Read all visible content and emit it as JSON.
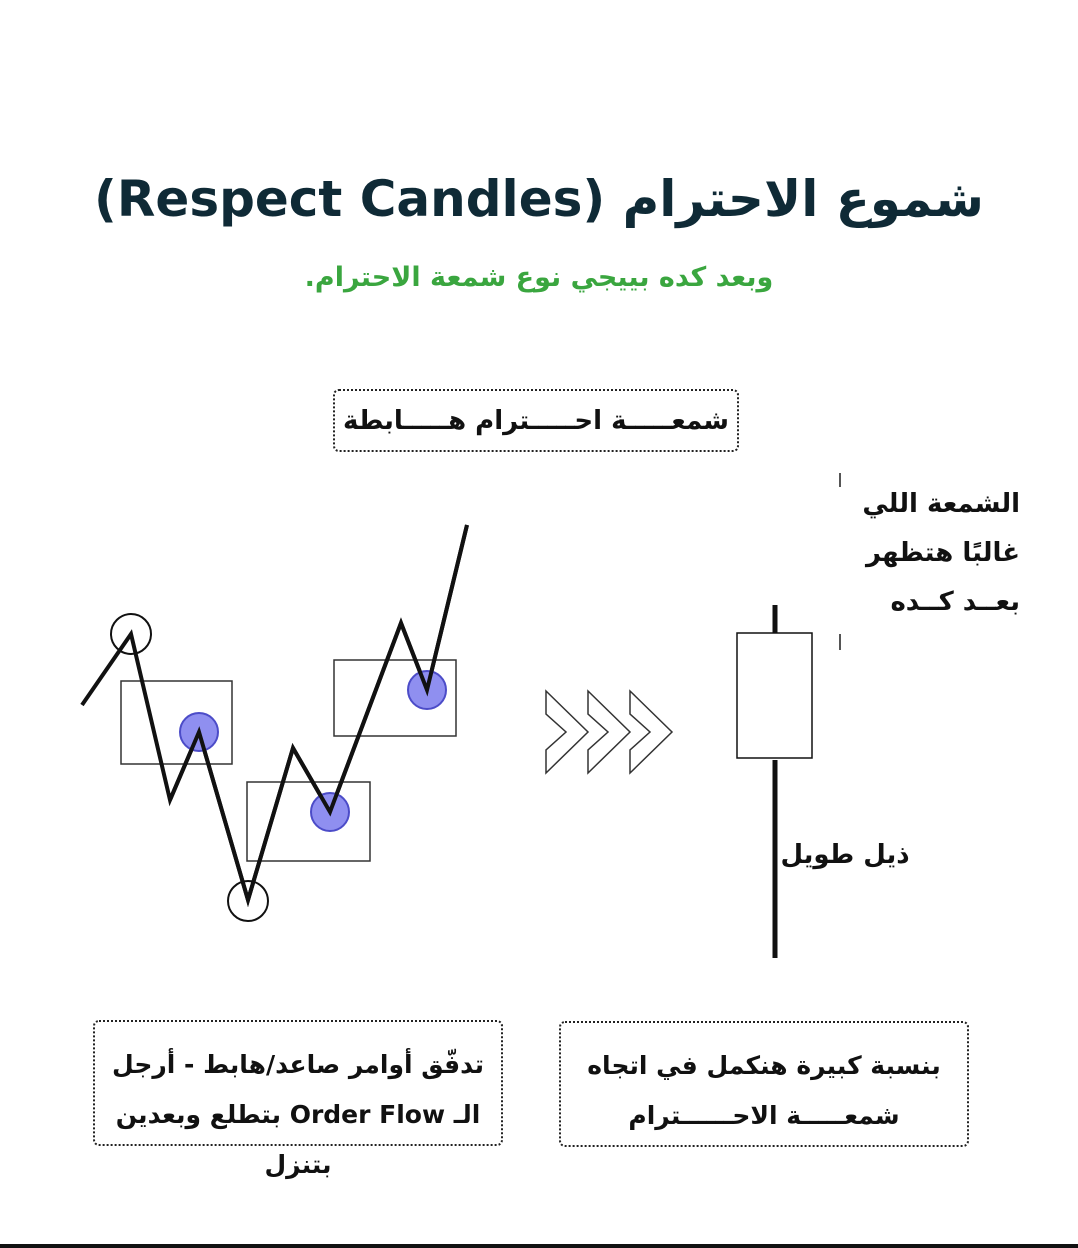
{
  "title": "شموع الاحترام (Respect Candles)",
  "subtitle": "وبعد كده بييجي نوع شمعة الاحترام.",
  "top_box": "شمعـــــة احـــــترام هـــــابطة",
  "side_text": {
    "line1": "الشمعة اللي",
    "line2": "غالبًا هتظهر",
    "line3": "بعــد كــده"
  },
  "wick_label": "ذيل طويل",
  "bottom_left": {
    "line1": "تدفّق أوامر صاعد/هابط - أرجل",
    "line2": "الـ Order Flow بتطلع وبعدين بتنزل"
  },
  "bottom_right": {
    "line1": "بنسبة كبيرة هنكمل في اتجاه",
    "line2": "شمعـــــة الاحــــــترام"
  },
  "colors": {
    "title": "#0f2a36",
    "subtitle": "#3aa63f",
    "point_fill": "#8f8ff0",
    "point_stroke": "#4c4cc8"
  }
}
